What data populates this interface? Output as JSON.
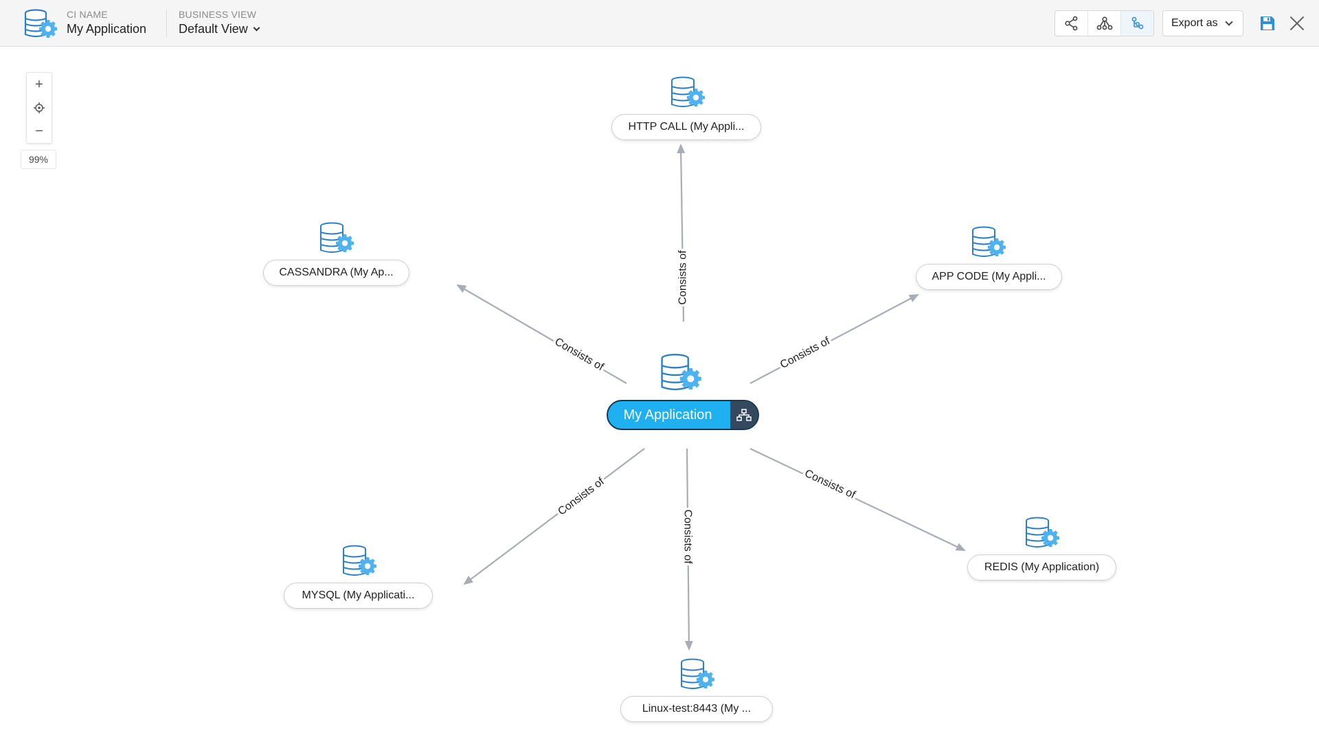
{
  "header": {
    "ci_name_caption": "CI NAME",
    "ci_name_value": "My Application",
    "business_view_caption": "BUSINESS VIEW",
    "business_view_value": "Default View",
    "export_label": "Export as",
    "layout_options": [
      "radial-layout-icon",
      "tree-layout-icon",
      "hierarchy-layout-icon"
    ],
    "active_layout": "hierarchy-layout-icon"
  },
  "zoom": {
    "in_icon": "+",
    "out_icon": "−",
    "level": "99%"
  },
  "graph": {
    "center": {
      "label": "My Application",
      "icon": "database-gear-icon",
      "action_icon": "sitemap-icon"
    },
    "nodes": [
      {
        "label": "HTTP CALL (My Appli...",
        "icon": "database-gear-icon",
        "relation": "Consists of"
      },
      {
        "label": "CASSANDRA (My Ap...",
        "icon": "database-gear-icon",
        "relation": "Consists of"
      },
      {
        "label": "APP CODE (My Appli...",
        "icon": "database-gear-icon",
        "relation": "Consists of"
      },
      {
        "label": "MYSQL (My Applicati...",
        "icon": "database-gear-icon",
        "relation": "Consists of"
      },
      {
        "label": "Linux-test:8443 (My ...",
        "icon": "database-gear-icon",
        "relation": "Consists of"
      },
      {
        "label": "REDIS (My Application)",
        "icon": "database-gear-icon",
        "relation": "Consists of"
      }
    ]
  },
  "colors": {
    "accent": "#1eb0f0",
    "icon_blue": "#2f7fc8",
    "gear_blue": "#4db2ef",
    "edge": "#a8adb5",
    "pill_border": "#1a3550",
    "pill_action": "#34495e"
  }
}
